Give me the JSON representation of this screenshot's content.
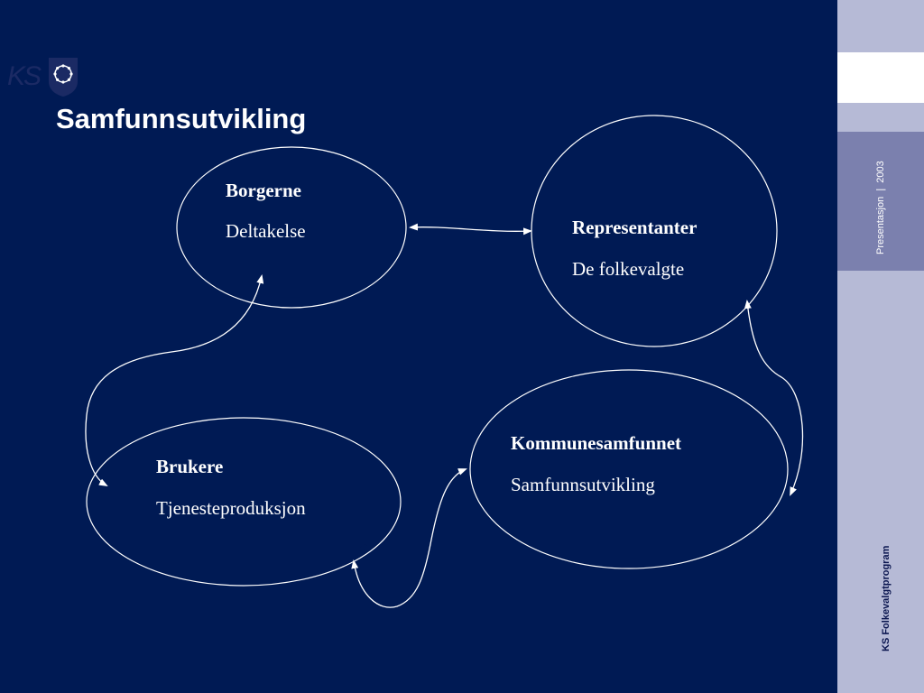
{
  "slide": {
    "title": "Samfunnsutvikling",
    "background": "#001a54"
  },
  "diagram": {
    "nodes": [
      {
        "id": "borgerne",
        "title": "Borgerne",
        "subtitle": "Deltakelse"
      },
      {
        "id": "representanter",
        "title": "Representanter",
        "subtitle": "De folkevalgte"
      },
      {
        "id": "kommunesamfunnet",
        "title": "Kommunesamfunnet",
        "subtitle": "Samfunnsutvikling"
      },
      {
        "id": "brukere",
        "title": "Brukere",
        "subtitle": "Tjenesteproduksjon"
      }
    ],
    "edges": [
      {
        "from": "borgerne",
        "to": "representanter",
        "direction": "both"
      },
      {
        "from": "kommunesamfunnet",
        "to": "representanter",
        "direction": "both"
      },
      {
        "from": "brukere",
        "to": "kommunesamfunnet",
        "direction": "both"
      },
      {
        "from": "borgerne",
        "to": "brukere",
        "direction": "both"
      }
    ],
    "stroke_color": "#ffffff"
  },
  "sidebar": {
    "logo_text": "KS",
    "presentation_label": "Presentasjon  |  2003",
    "program_label": "KS Folkevalgtprogram",
    "colors": {
      "light": "#b6bad6",
      "dark": "#7b80ae",
      "logo_bg": "#ffffff"
    }
  }
}
